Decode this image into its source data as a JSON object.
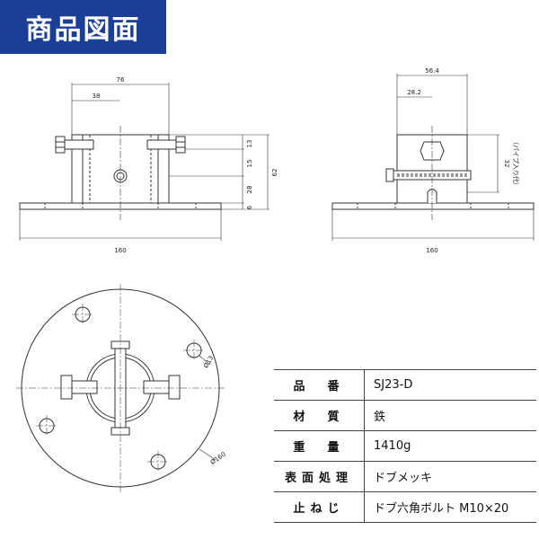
{
  "header": {
    "title": "商品図面"
  },
  "front_view": {
    "dim_width_inner": "76",
    "dim_center": "38",
    "dim_base": "160",
    "dim_h1": "13",
    "dim_h2": "15",
    "dim_h3": "28",
    "dim_h4": "6",
    "dim_total": "62"
  },
  "side_view": {
    "dim_top": "56.4",
    "dim_center": "28.2",
    "dim_base": "160",
    "dim_pipe": "32",
    "pipe_note": "（パイプ入り代）"
  },
  "top_view": {
    "hole_label": "Ø13",
    "outer_label": "Ø160"
  },
  "spec": {
    "rows": [
      {
        "key": "品　番",
        "value": "SJ23-D"
      },
      {
        "key": "材　質",
        "value": "鉄"
      },
      {
        "key": "重　量",
        "value": "1410g"
      },
      {
        "key": "表面処理",
        "value": "ドブメッキ"
      },
      {
        "key": "止ねじ",
        "value": "ドブ六角ボルト M10×20"
      }
    ]
  }
}
